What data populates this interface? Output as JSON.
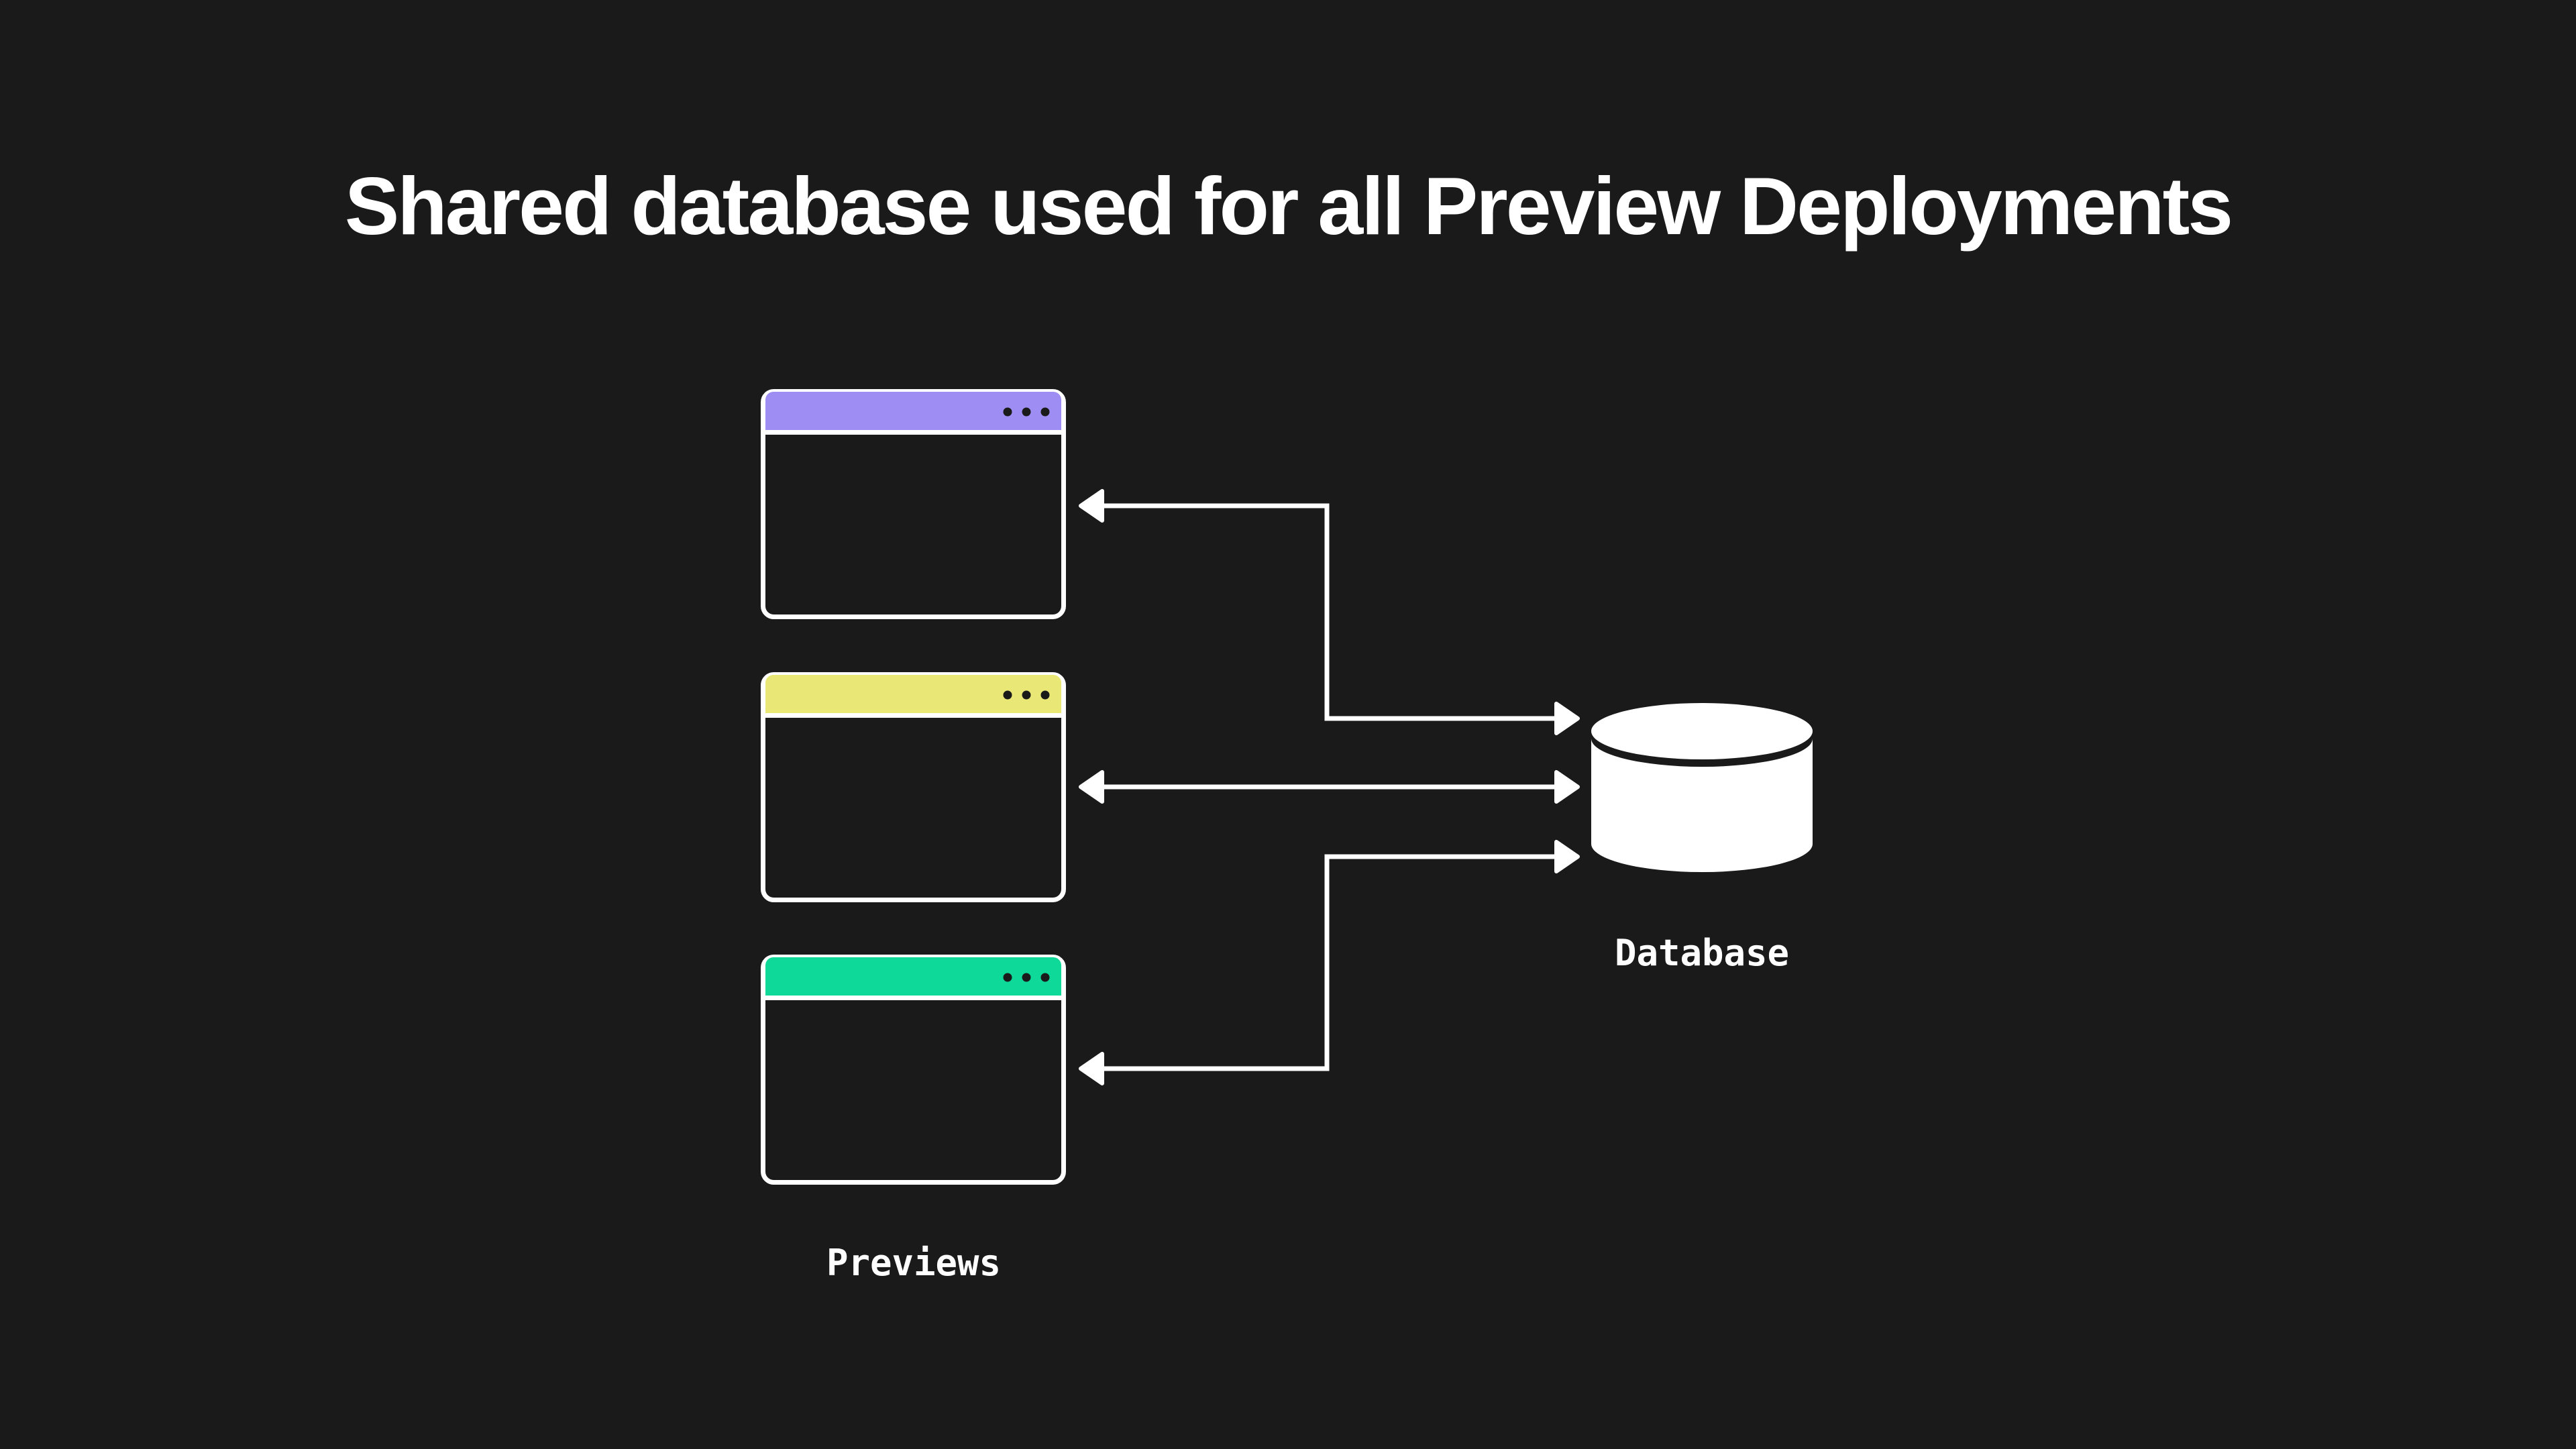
{
  "page": {
    "title": "Shared database used for all Preview Deployments",
    "background_color": "#1a1a1b",
    "title_color": "#ffffff"
  },
  "diagram": {
    "previews": {
      "label": "Previews",
      "window_border_color": "#ffffff",
      "window_dots_color": "#1a1a1b",
      "windows": [
        {
          "id": "preview-window-1",
          "header_color": "#9e8df2"
        },
        {
          "id": "preview-window-2",
          "header_color": "#e9e775"
        },
        {
          "id": "preview-window-3",
          "header_color": "#0fd999"
        }
      ]
    },
    "database": {
      "label": "Database",
      "icon": "database-cylinder-icon",
      "color": "#ffffff"
    },
    "connections": {
      "arrow_color": "#ffffff",
      "items": [
        {
          "between": "database and preview-window-1",
          "style": "elbow",
          "bidirectional": true
        },
        {
          "between": "database and preview-window-2",
          "style": "straight",
          "bidirectional": true
        },
        {
          "between": "database and preview-window-3",
          "style": "elbow",
          "bidirectional": true
        }
      ]
    }
  }
}
